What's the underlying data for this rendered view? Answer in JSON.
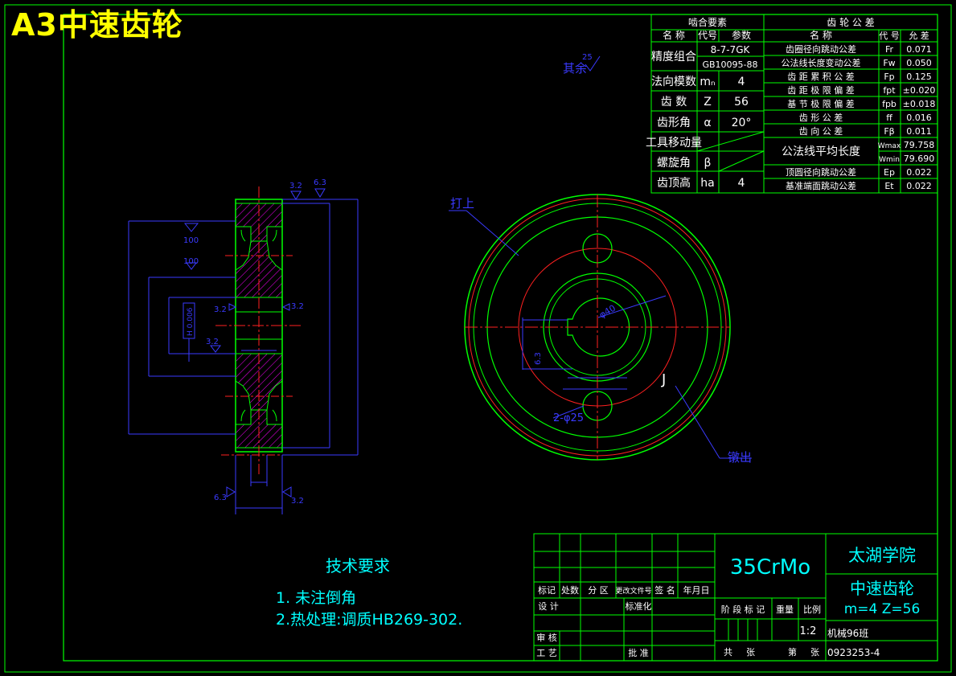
{
  "sheet_label": "A3中速齿轮",
  "colors": {
    "frame": "#00ff00",
    "dim": "#3a3aff",
    "text_white": "#ffffff",
    "text_cyan": "#00ffff",
    "text_yellow": "#ffff00",
    "center_red": "#ff2020",
    "hatch": "#ff00ff"
  },
  "params_table": {
    "title": "啮合要素",
    "headers": [
      "名 称",
      "代号",
      "参数"
    ],
    "rows": [
      {
        "name": "精度组合",
        "code": "",
        "value": "8-7-7GK",
        "value2": "GB10095-88"
      },
      {
        "name": "法向模数",
        "code": "mₙ",
        "value": "4"
      },
      {
        "name": "齿 数",
        "code": "Z",
        "value": "56"
      },
      {
        "name": "齿形角",
        "code": "α",
        "value": "20°"
      },
      {
        "name": "工具移动量",
        "code": "",
        "value": ""
      },
      {
        "name": "螺旋角",
        "code": "β",
        "value": ""
      },
      {
        "name": "齿顶高",
        "code": "ha",
        "value": "4"
      }
    ]
  },
  "tolerance_table": {
    "title": "齿 轮 公 差",
    "headers": [
      "名 称",
      "代 号",
      "允 差"
    ],
    "rows": [
      {
        "name": "齿圈径向跳动公差",
        "code": "Fr",
        "value": "0.071"
      },
      {
        "name": "公法线长度变动公差",
        "code": "Fw",
        "value": "0.050"
      },
      {
        "name": "齿 距 累 积 公 差",
        "code": "Fp",
        "value": "0.125"
      },
      {
        "name": "齿 距 极 限 偏 差",
        "code": "fpt",
        "value": "±0.020"
      },
      {
        "name": "基 节 极 限 偏 差",
        "code": "fpb",
        "value": "±0.018"
      },
      {
        "name": "齿 形 公 差",
        "code": "ff",
        "value": "0.016"
      },
      {
        "name": "齿 向 公 差",
        "code": "Fβ",
        "value": "0.011"
      },
      {
        "name": "公法线平均长度",
        "code": "Wmax",
        "value": "79.758"
      },
      {
        "name": "",
        "code": "Wmin",
        "value": "79.690"
      },
      {
        "name": "顶圆径向跳动公差",
        "code": "Ep",
        "value": "0.022"
      },
      {
        "name": "基准端面跳动公差",
        "code": "Et",
        "value": "0.022"
      }
    ]
  },
  "annotations": {
    "other_roughness": "其余",
    "other_roughness_val": "25",
    "mark_top": "打上",
    "mark_out": "镦出",
    "holes": "2-φ25",
    "label_j": "J",
    "phi40": "φ40",
    "rough_32": "3.2",
    "rough_63": "6.3",
    "dim_100": "100",
    "h_tol": "H 0.006"
  },
  "tech_req": {
    "title": "技术要求",
    "items": [
      "1. 未注倒角",
      "2.热处理:调质HB269-302."
    ]
  },
  "title_block": {
    "material": "35CrMo",
    "school": "太湖学院",
    "part_name": "中速齿轮",
    "spec": "m=4  Z=56",
    "scale": "1:2",
    "class": "机械96班",
    "drawing_no": "0923253-4",
    "cols": [
      "标记",
      "处数",
      "分 区",
      "更改文件号",
      "签 名",
      "年月日"
    ],
    "design": "设 计",
    "standard": "标准化",
    "review": "审 核",
    "process": "工 艺",
    "approve": "批 准",
    "stage": "阶 段 标 记",
    "weight": "重量",
    "ratio": "比例",
    "total": "共",
    "sheets": "张",
    "page": "第",
    "sheets2": "张"
  }
}
